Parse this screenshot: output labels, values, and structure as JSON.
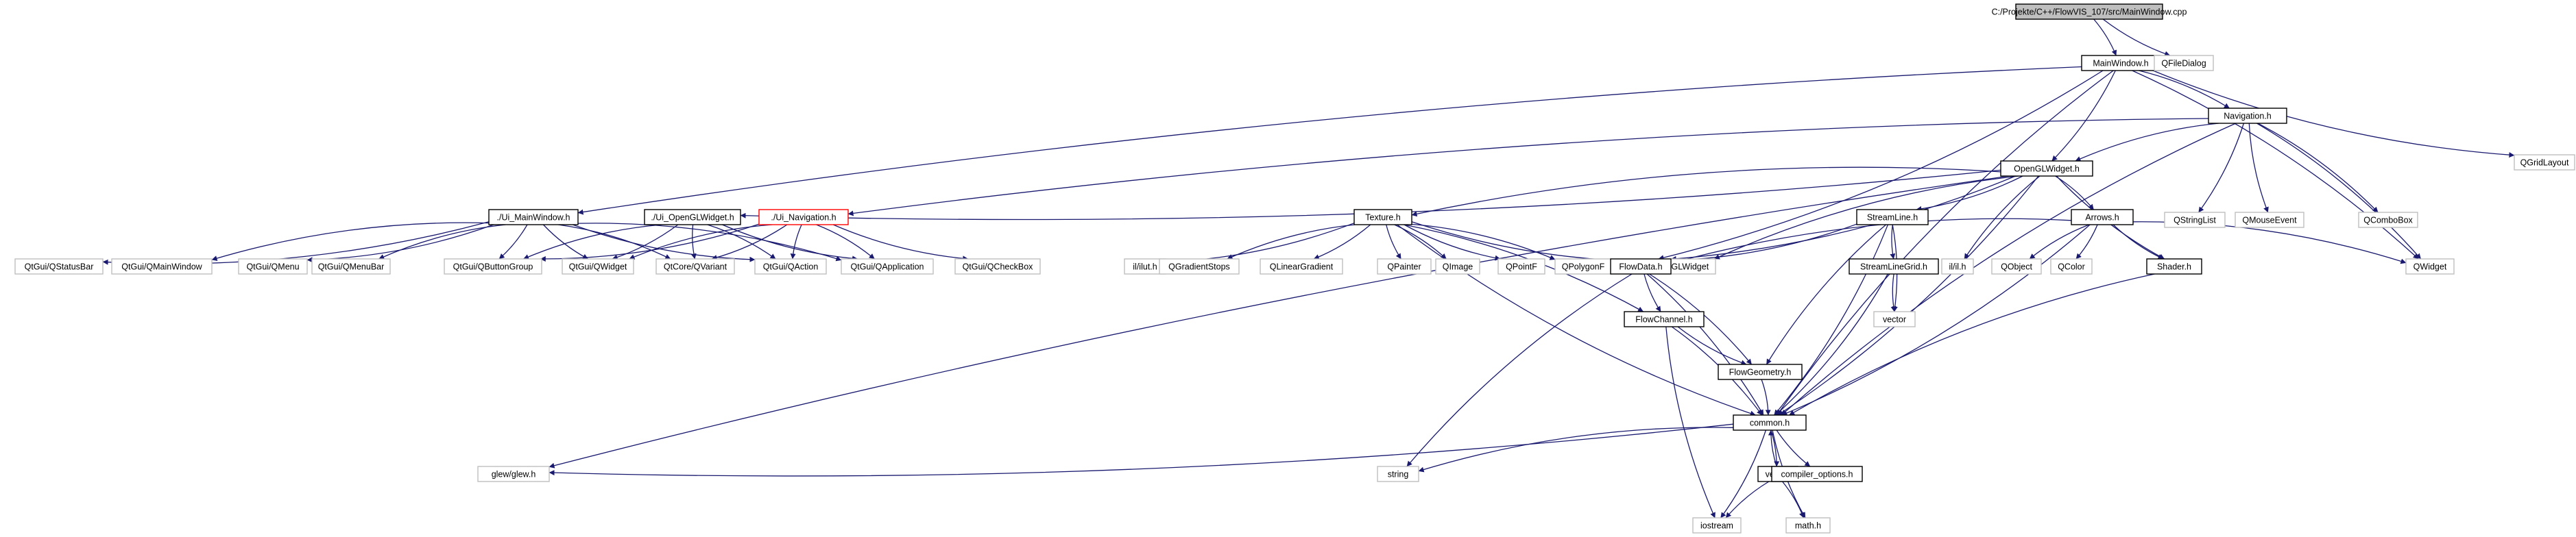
{
  "colors": {
    "background": "#ffffff",
    "edge": "#191970",
    "node_border": "#000000",
    "node_border_gray": "#bfbfbf",
    "node_border_red": "#ff0000",
    "root_fill": "#bfbfbf",
    "text": "#000000"
  },
  "nodes": [
    {
      "id": "mainwindow_cpp",
      "label": "C:/Projekte/C++/FlowVIS_107/src/MainWindow.cpp",
      "style": "root"
    },
    {
      "id": "mainwindow_h",
      "label": "MainWindow.h",
      "style": "normal"
    },
    {
      "id": "qfiledialog",
      "label": "QFileDialog",
      "style": "gray"
    },
    {
      "id": "navigation_h",
      "label": "Navigation.h",
      "style": "normal"
    },
    {
      "id": "qgridlayout",
      "label": "QGridLayout",
      "style": "gray"
    },
    {
      "id": "openglwidget_h",
      "label": "OpenGLWidget.h",
      "style": "normal"
    },
    {
      "id": "qstringlist",
      "label": "QStringList",
      "style": "gray"
    },
    {
      "id": "qmouseevent",
      "label": "QMouseEvent",
      "style": "gray"
    },
    {
      "id": "qcombobox",
      "label": "QComboBox",
      "style": "gray"
    },
    {
      "id": "ui_mainwindow_h",
      "label": "./Ui_MainWindow.h",
      "style": "normal"
    },
    {
      "id": "ui_openglwidget_h",
      "label": "./Ui_OpenGLWidget.h",
      "style": "normal"
    },
    {
      "id": "ui_navigation_h",
      "label": "./Ui_Navigation.h",
      "style": "red"
    },
    {
      "id": "texture_h",
      "label": "Texture.h",
      "style": "normal"
    },
    {
      "id": "streamline_h",
      "label": "StreamLine.h",
      "style": "normal"
    },
    {
      "id": "il_h",
      "label": "il/il.h",
      "style": "gray"
    },
    {
      "id": "arrows_h",
      "label": "Arrows.h",
      "style": "normal"
    },
    {
      "id": "qtgui_qstatusbar",
      "label": "QtGui/QStatusBar",
      "style": "gray"
    },
    {
      "id": "qtgui_qmainwindow",
      "label": "QtGui/QMainWindow",
      "style": "gray"
    },
    {
      "id": "qtgui_qmenu",
      "label": "QtGui/QMenu",
      "style": "gray"
    },
    {
      "id": "qtgui_qmenubar",
      "label": "QtGui/QMenuBar",
      "style": "gray"
    },
    {
      "id": "qtgui_qbuttongroup",
      "label": "QtGui/QButtonGroup",
      "style": "gray"
    },
    {
      "id": "qtgui_qwidget",
      "label": "QtGui/QWidget",
      "style": "gray"
    },
    {
      "id": "qtcore_qvariant",
      "label": "QtCore/QVariant",
      "style": "gray"
    },
    {
      "id": "qtgui_qaction",
      "label": "QtGui/QAction",
      "style": "gray"
    },
    {
      "id": "qtgui_qapplication",
      "label": "QtGui/QApplication",
      "style": "gray"
    },
    {
      "id": "qtgui_qcheckbox",
      "label": "QtGui/QCheckBox",
      "style": "gray"
    },
    {
      "id": "il_ilut_h",
      "label": "il/ilut.h",
      "style": "gray"
    },
    {
      "id": "qgradientstops",
      "label": "QGradientStops",
      "style": "gray"
    },
    {
      "id": "qlineargradient",
      "label": "QLinearGradient",
      "style": "gray"
    },
    {
      "id": "qpainter",
      "label": "QPainter",
      "style": "gray"
    },
    {
      "id": "qimage",
      "label": "QImage",
      "style": "gray"
    },
    {
      "id": "qpointf",
      "label": "QPointF",
      "style": "gray"
    },
    {
      "id": "qpolygonf",
      "label": "QPolygonF",
      "style": "gray"
    },
    {
      "id": "qglwidget",
      "label": "QGLWidget",
      "style": "gray"
    },
    {
      "id": "flowdata_h",
      "label": "FlowData.h",
      "style": "normal"
    },
    {
      "id": "streamlinegrid_h",
      "label": "StreamLineGrid.h",
      "style": "normal"
    },
    {
      "id": "qobject",
      "label": "QObject",
      "style": "gray"
    },
    {
      "id": "qcolor",
      "label": "QColor",
      "style": "gray"
    },
    {
      "id": "shader_h",
      "label": "Shader.h",
      "style": "normal"
    },
    {
      "id": "qwidget",
      "label": "QWidget",
      "style": "gray"
    },
    {
      "id": "vector",
      "label": "vector",
      "style": "gray"
    },
    {
      "id": "flowchannel_h",
      "label": "FlowChannel.h",
      "style": "normal"
    },
    {
      "id": "flowgeometry_h",
      "label": "FlowGeometry.h",
      "style": "normal"
    },
    {
      "id": "common_h",
      "label": "common.h",
      "style": "normal"
    },
    {
      "id": "glew_h",
      "label": "glew/glew.h",
      "style": "gray"
    },
    {
      "id": "string",
      "label": "string",
      "style": "gray"
    },
    {
      "id": "vec3_h",
      "label": "vec3.h",
      "style": "normal"
    },
    {
      "id": "compiler_options_h",
      "label": "compiler_options.h",
      "style": "normal"
    },
    {
      "id": "iostream",
      "label": "iostream",
      "style": "gray"
    },
    {
      "id": "math_h",
      "label": "math.h",
      "style": "gray"
    }
  ],
  "edges": [
    [
      "mainwindow_cpp",
      "mainwindow_h"
    ],
    [
      "mainwindow_cpp",
      "qfiledialog"
    ],
    [
      "mainwindow_h",
      "navigation_h"
    ],
    [
      "mainwindow_h",
      "qgridlayout"
    ],
    [
      "mainwindow_h",
      "openglwidget_h"
    ],
    [
      "mainwindow_h",
      "ui_mainwindow_h"
    ],
    [
      "mainwindow_h",
      "flowdata_h"
    ],
    [
      "mainwindow_h",
      "common_h"
    ],
    [
      "mainwindow_h",
      "qwidget"
    ],
    [
      "navigation_h",
      "openglwidget_h"
    ],
    [
      "navigation_h",
      "qstringlist"
    ],
    [
      "navigation_h",
      "qmouseevent"
    ],
    [
      "navigation_h",
      "qcombobox"
    ],
    [
      "navigation_h",
      "ui_navigation_h"
    ],
    [
      "navigation_h",
      "qwidget"
    ],
    [
      "navigation_h",
      "common_h"
    ],
    [
      "openglwidget_h",
      "ui_openglwidget_h"
    ],
    [
      "openglwidget_h",
      "texture_h"
    ],
    [
      "openglwidget_h",
      "streamline_h"
    ],
    [
      "openglwidget_h",
      "il_h"
    ],
    [
      "openglwidget_h",
      "arrows_h"
    ],
    [
      "openglwidget_h",
      "qglwidget"
    ],
    [
      "openglwidget_h",
      "flowdata_h"
    ],
    [
      "openglwidget_h",
      "shader_h"
    ],
    [
      "openglwidget_h",
      "common_h"
    ],
    [
      "openglwidget_h",
      "glew_h"
    ],
    [
      "ui_mainwindow_h",
      "qtgui_qstatusbar"
    ],
    [
      "ui_mainwindow_h",
      "qtgui_qmainwindow"
    ],
    [
      "ui_mainwindow_h",
      "qtgui_qmenu"
    ],
    [
      "ui_mainwindow_h",
      "qtgui_qmenubar"
    ],
    [
      "ui_mainwindow_h",
      "qtgui_qbuttongroup"
    ],
    [
      "ui_mainwindow_h",
      "qtgui_qwidget"
    ],
    [
      "ui_mainwindow_h",
      "qtcore_qvariant"
    ],
    [
      "ui_mainwindow_h",
      "qtgui_qaction"
    ],
    [
      "ui_mainwindow_h",
      "qtgui_qapplication"
    ],
    [
      "ui_openglwidget_h",
      "qtgui_qbuttongroup"
    ],
    [
      "ui_openglwidget_h",
      "qtgui_qwidget"
    ],
    [
      "ui_openglwidget_h",
      "qtcore_qvariant"
    ],
    [
      "ui_openglwidget_h",
      "qtgui_qaction"
    ],
    [
      "ui_openglwidget_h",
      "qtgui_qapplication"
    ],
    [
      "ui_navigation_h",
      "qtgui_qbuttongroup"
    ],
    [
      "ui_navigation_h",
      "qtgui_qwidget"
    ],
    [
      "ui_navigation_h",
      "qtcore_qvariant"
    ],
    [
      "ui_navigation_h",
      "qtgui_qaction"
    ],
    [
      "ui_navigation_h",
      "qtgui_qapplication"
    ],
    [
      "ui_navigation_h",
      "qtgui_qcheckbox"
    ],
    [
      "texture_h",
      "il_ilut_h"
    ],
    [
      "texture_h",
      "qgradientstops"
    ],
    [
      "texture_h",
      "qlineargradient"
    ],
    [
      "texture_h",
      "qpainter"
    ],
    [
      "texture_h",
      "qimage"
    ],
    [
      "texture_h",
      "qpointf"
    ],
    [
      "texture_h",
      "qpolygonf"
    ],
    [
      "texture_h",
      "qglwidget"
    ],
    [
      "texture_h",
      "flowchannel_h"
    ],
    [
      "texture_h",
      "common_h"
    ],
    [
      "streamline_h",
      "flowdata_h"
    ],
    [
      "streamline_h",
      "streamlinegrid_h"
    ],
    [
      "streamline_h",
      "vector"
    ],
    [
      "streamline_h",
      "flowgeometry_h"
    ],
    [
      "streamline_h",
      "common_h"
    ],
    [
      "arrows_h",
      "qobject"
    ],
    [
      "arrows_h",
      "qcolor"
    ],
    [
      "arrows_h",
      "shader_h"
    ],
    [
      "arrows_h",
      "qwidget"
    ],
    [
      "arrows_h",
      "flowdata_h"
    ],
    [
      "arrows_h",
      "common_h"
    ],
    [
      "streamlinegrid_h",
      "vector"
    ],
    [
      "streamlinegrid_h",
      "common_h"
    ],
    [
      "flowdata_h",
      "flowchannel_h"
    ],
    [
      "flowdata_h",
      "flowgeometry_h"
    ],
    [
      "flowdata_h",
      "string"
    ],
    [
      "flowdata_h",
      "common_h"
    ],
    [
      "flowchannel_h",
      "flowgeometry_h"
    ],
    [
      "flowchannel_h",
      "common_h"
    ],
    [
      "flowchannel_h",
      "iostream"
    ],
    [
      "flowgeometry_h",
      "common_h"
    ],
    [
      "shader_h",
      "common_h"
    ],
    [
      "common_h",
      "glew_h"
    ],
    [
      "common_h",
      "string"
    ],
    [
      "common_h",
      "vec3_h"
    ],
    [
      "common_h",
      "compiler_options_h"
    ],
    [
      "common_h",
      "iostream"
    ],
    [
      "common_h",
      "math_h"
    ],
    [
      "vec3_h",
      "common_h"
    ],
    [
      "vec3_h",
      "iostream"
    ],
    [
      "vec3_h",
      "math_h"
    ]
  ]
}
